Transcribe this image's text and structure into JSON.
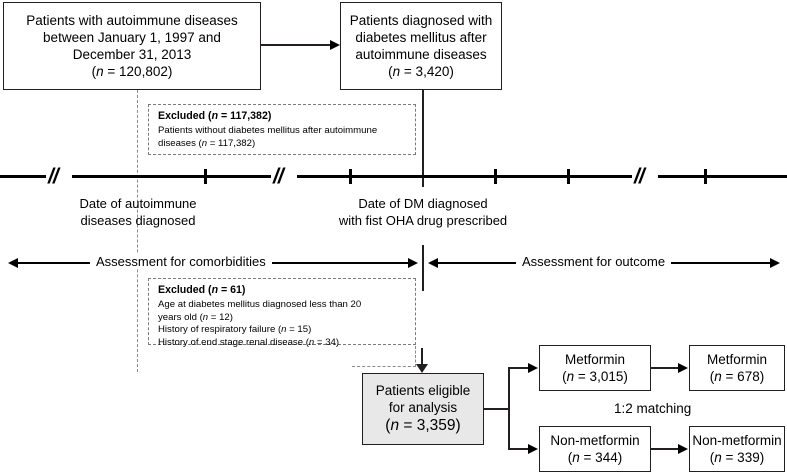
{
  "figure": {
    "type": "study-flow-diagram",
    "boxes": {
      "cohort_source": {
        "lines": [
          "Patients with autoimmune diseases",
          "between January 1, 1997 and",
          "December 31, 2013",
          "(n = 120,802)"
        ]
      },
      "dm_diagnosed": {
        "lines": [
          "Patients diagnosed with",
          "diabetes mellitus after",
          "autoimmune diseases",
          "(n = 3,420)"
        ]
      },
      "eligible": {
        "lines": [
          "Patients eligible",
          "for analysis",
          "(n = 3,359)"
        ]
      },
      "metformin_pre": {
        "lines": [
          "Metformin",
          "(n = 3,015)"
        ]
      },
      "metformin_post": {
        "lines": [
          "Metformin",
          "(n = 678)"
        ]
      },
      "nonmetformin_pre": {
        "lines": [
          "Non-metformin",
          "(n = 344)"
        ]
      },
      "nonmetformin_post": {
        "lines": [
          "Non-metformin",
          "(n = 339)"
        ]
      }
    },
    "excluded_1": {
      "heading": "Excluded (n = 117,382)",
      "items": [
        "Patients without diabetes mellitus after autoimmune",
        "diseases (n = 117,382)"
      ]
    },
    "excluded_2": {
      "heading": "Excluded (n = 61)",
      "items": [
        "Age at diabetes mellitus diagnosed less than 20",
        "years old (n = 12)",
        "History of respiratory failure (n = 15)",
        "History of end stage renal disease (n = 34)"
      ]
    },
    "timeline": {
      "break_symbol": "//",
      "label_left": [
        "Date of autoimmune",
        "diseases diagnosed"
      ],
      "label_right": [
        "Date of DM diagnosed",
        "with fist OHA drug prescribed"
      ]
    },
    "spans": {
      "left": "Assessment for comorbidities",
      "right": "Assessment for outcome"
    },
    "matching_label": "1:2 matching",
    "colors": {
      "line": "#231f20",
      "dashed": "#7a7a7a",
      "shaded_fill": "#e8e8e8",
      "background": "#ffffff"
    }
  }
}
